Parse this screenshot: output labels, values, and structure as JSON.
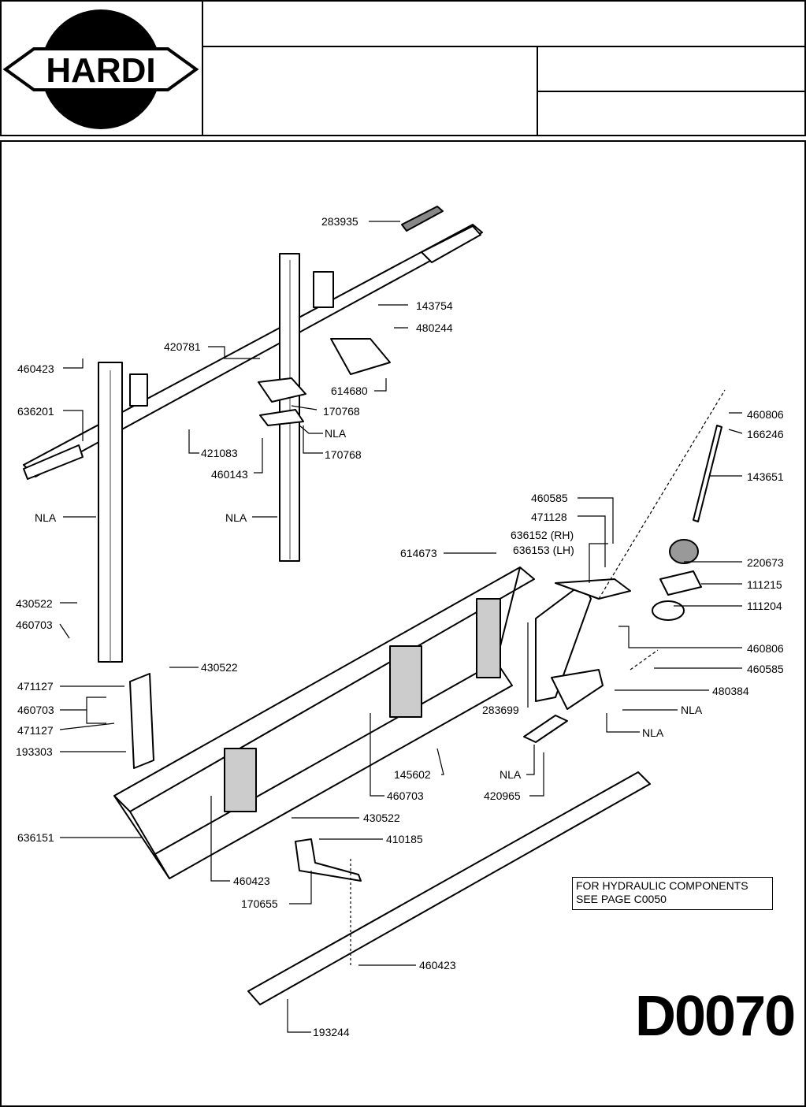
{
  "header": {
    "brand": "HARDI"
  },
  "note": {
    "line1": "FOR HYDRAULIC COMPONENTS",
    "line2": "SEE PAGE C0050"
  },
  "page_code": "D0070",
  "labels": {
    "l283935": "283935",
    "l143754": "143754",
    "l480244": "480244",
    "l420781": "420781",
    "l460423a": "460423",
    "l614680": "614680",
    "l170768a": "170768",
    "l636201": "636201",
    "nla1": "NLA",
    "l421083": "421083",
    "l170768b": "170768",
    "l460143": "460143",
    "l460806a": "460806",
    "l166246": "166246",
    "l143651": "143651",
    "nla2": "NLA",
    "nla3": "NLA",
    "l460585a": "460585",
    "l471128": "471128",
    "l636152": "636152 (RH)",
    "l636153": "636153 (LH)",
    "l614673": "614673",
    "l220673": "220673",
    "l111215": "111215",
    "l111204": "111204",
    "l430522a": "430522",
    "l460703a": "460703",
    "l460806b": "460806",
    "l430522b": "430522",
    "l460585b": "460585",
    "l471127a": "471127",
    "l480384": "480384",
    "l460703b": "460703",
    "l283699": "283699",
    "nla4": "NLA",
    "l471127b": "471127",
    "nla5": "NLA",
    "l193303": "193303",
    "l145602": "145602",
    "nla6": "NLA",
    "l420965": "420965",
    "l460703c": "460703",
    "l430522c": "430522",
    "l636151": "636151",
    "l410185": "410185",
    "l460423b": "460423",
    "l170655": "170655",
    "l460423c": "460423",
    "l193244": "193244"
  }
}
